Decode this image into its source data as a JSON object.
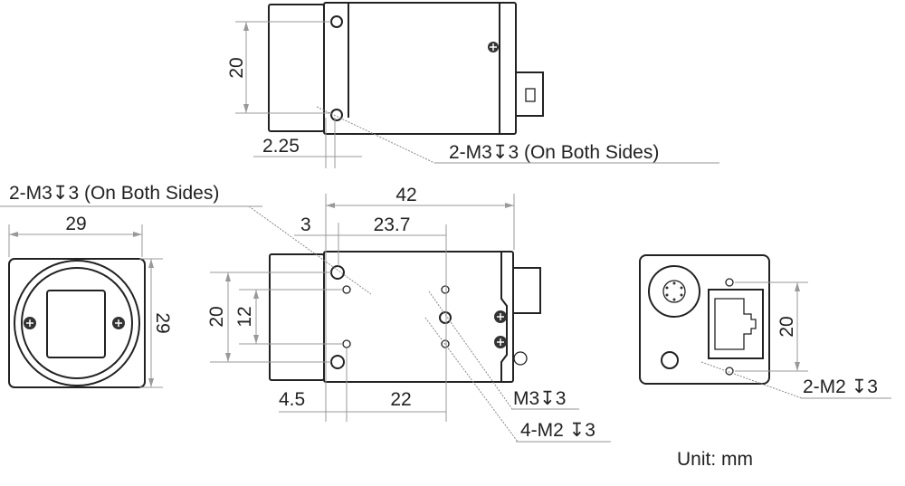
{
  "top_view": {
    "dim_height": "20",
    "dim_offset": "2.25",
    "hole_label": "2-M3↧3 (On Both Sides)"
  },
  "side_view": {
    "dim_length": "42",
    "dim_front": "3",
    "dim_m3_spacing": "23.7",
    "dim_height_m3": "20",
    "dim_height_m2": "12",
    "dim_m2_offset": "4.5",
    "dim_m2_spacing": "22",
    "hole_label_sides": "2-M3↧3 (On Both Sides)",
    "hole_label_m3": "M3↧3",
    "hole_label_m2": "4-M2 ↧3"
  },
  "front_view": {
    "dim_width": "29",
    "dim_height": "29"
  },
  "rear_view": {
    "dim_height": "20",
    "hole_label": "2-M2 ↧3"
  },
  "unit": "Unit: mm"
}
